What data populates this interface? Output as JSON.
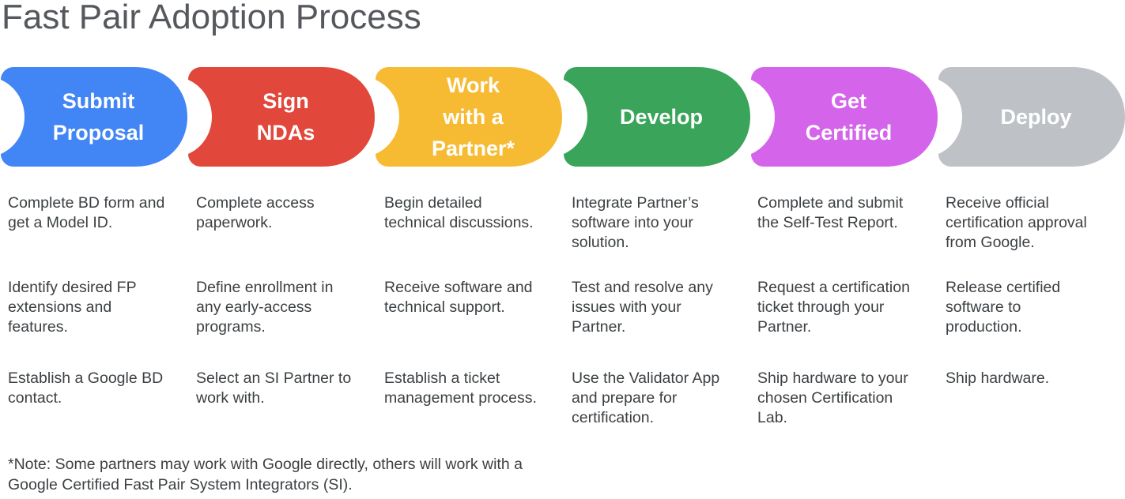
{
  "title": "Fast Pair Adoption Process",
  "colors": {
    "background": "#FFFFFF",
    "title_text": "#55585C",
    "body_text": "#3C4043",
    "stage_label_text": "#FFFFFF"
  },
  "stages": [
    {
      "name": "submit-proposal",
      "label": "Submit\nProposal",
      "color": "#4285F4",
      "details": [
        "Complete BD form and\nget a Model ID.",
        "Identify desired FP\nextensions and\nfeatures.",
        "Establish a Google BD\ncontact."
      ]
    },
    {
      "name": "sign-ndas",
      "label": "Sign\nNDAs",
      "color": "#E1473B",
      "details": [
        "Complete access\npaperwork.",
        "Define enrollment in\nany early-access\nprograms.",
        "Select an SI Partner to\nwork with."
      ]
    },
    {
      "name": "work-with-a-partner",
      "label": "Work\nwith a\nPartner*",
      "color": "#F7BB33",
      "details": [
        "Begin detailed\ntechnical discussions.",
        "Receive software and\ntechnical support.",
        "Establish a ticket\nmanagement process."
      ]
    },
    {
      "name": "develop",
      "label": "Develop",
      "color": "#39A45A",
      "details": [
        "Integrate Partner’s\nsoftware into your\nsolution.",
        "Test and resolve any\nissues with your\nPartner.",
        "Use the Validator App\nand prepare for\ncertification."
      ]
    },
    {
      "name": "get-certified",
      "label": "Get\nCertified",
      "color": "#D464EA",
      "details": [
        "Complete and submit\nthe Self-Test Report.",
        "Request a certification\nticket through your\nPartner.",
        "Ship hardware to your\nchosen Certification\nLab."
      ]
    },
    {
      "name": "deploy",
      "label": "Deploy",
      "color": "#BEC2C7",
      "details": [
        "Receive official\ncertification approval\nfrom Google.",
        "Release certified\nsoftware to\nproduction.",
        "Ship hardware."
      ]
    }
  ],
  "footnote": "*Note: Some partners may work with Google directly, others will work with a\nGoogle Certified Fast Pair System Integrators (SI)."
}
